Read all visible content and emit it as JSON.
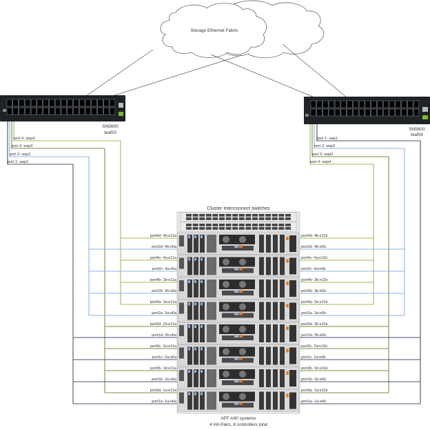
{
  "cloud": {
    "label": "Storage Ethernet Fabric"
  },
  "switches": {
    "leaf03": {
      "model": "SN5600",
      "name": "leaf03",
      "ports": [
        "port 4- swp4",
        "port 3- swp3",
        "port 2- swp2",
        "port 1- swp1"
      ]
    },
    "leaf04": {
      "model": "SN5600",
      "name": "leaf04",
      "ports": [
        "port 1- swp1",
        "port 2- swp2",
        "port 3- swp3",
        "port 4- swp4"
      ]
    }
  },
  "cluster_switches": {
    "label": "Cluster Interconnect switches"
  },
  "systems": {
    "title": "AFF A90 systems",
    "subtitle": "4 HA Pairs, 8 controllers total"
  },
  "left_ports": [
    "port4d- 4b:e11a",
    "port2d- 4b:e6a",
    "port4c- 4a:e11a",
    "port2c- 4a:e6a",
    "port4b- 3b:e11a",
    "port2b- 3b:e6a",
    "port4a- 3a:e11a",
    "port2a- 3a:e6a",
    "port3d- 2b:e11a",
    "port1d- 2b:e6a",
    "port3c- 2a:e11a",
    "port1c- 2a:e6a",
    "port3b- 1b:e11a",
    "port1b- 1b:e6a",
    "port3a- 1a:e11a",
    "port1a- 1a:e6a"
  ],
  "right_ports": [
    "port4d- 4b:e11b",
    "port2d- 4b:e6b",
    "port4c- 4a:e11b",
    "port2c- 4a:e6b",
    "port4b- 3b:e11b",
    "port2b- 3b:e6b",
    "port4a- 3a:e11b",
    "port2a- 3a:e6b",
    "port3d- 2b:e11b",
    "port1d- 2b:e6b",
    "port3c- 2a:e11b",
    "port1c- 2a:e6b",
    "port3b- 1b:e11b",
    "port1b- 1b:e6b",
    "port3a- 1a:e11b",
    "port1a- 1a:e6b"
  ],
  "colors": {
    "swp1": "#44546a",
    "swp2": "#8eb4e3",
    "swp3": "#76923c",
    "swp4": "#9bbb59",
    "switch_body": "#1f2326",
    "chassis": "#d9d9d9"
  }
}
